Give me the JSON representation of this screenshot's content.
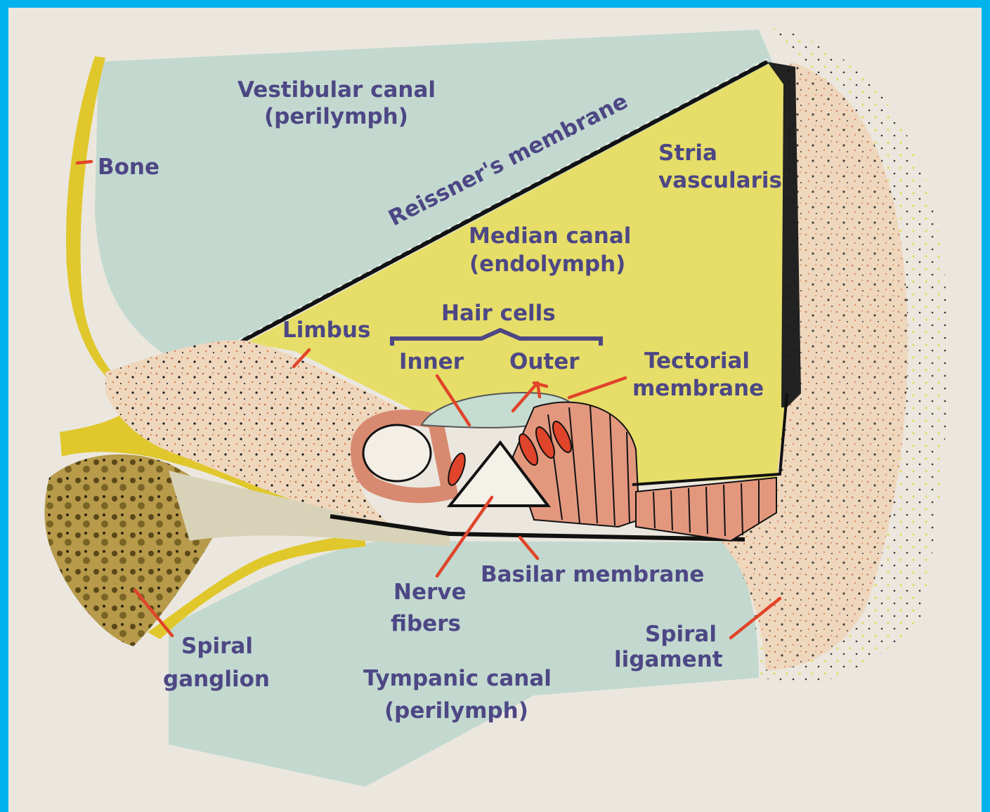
{
  "labels": {
    "vestibular_canal": "Vestibular canal",
    "vestibular_canal_fluid": "(perilymph)",
    "bone": "Bone",
    "reissners_membrane": "Reissner's membrane",
    "stria_vascularis_1": "Stria",
    "stria_vascularis_2": "vascularis",
    "median_canal": "Median canal",
    "median_canal_fluid": "(endolymph)",
    "hair_cells": "Hair cells",
    "limbus": "Limbus",
    "inner": "Inner",
    "outer": "Outer",
    "tectorial_1": "Tectorial",
    "tectorial_2": "membrane",
    "basilar_membrane": "Basilar membrane",
    "nerve_fibers_1": "Nerve",
    "nerve_fibers_2": "fibers",
    "spiral_ganglion_1": "Spiral",
    "spiral_ganglion_2": "ganglion",
    "spiral_ligament_1": "Spiral",
    "spiral_ligament_2": "ligament",
    "tympanic_canal": "Tympanic canal",
    "tympanic_canal_fluid": "(perilymph)"
  },
  "colors": {
    "border": "#00b2ee",
    "perilymph": "#c3d9cf",
    "endolymph": "#e6de68",
    "bone": "#e0c82c",
    "tissue": "#eed7bd",
    "cells": "#e3987e",
    "label_text": "#4d4785",
    "pointer": "#e0442a"
  }
}
